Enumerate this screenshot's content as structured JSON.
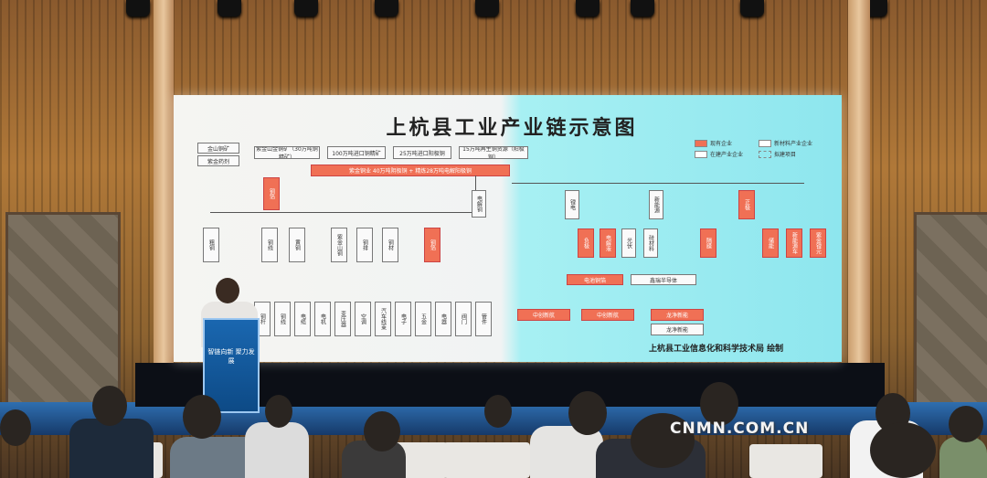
{
  "slide": {
    "title": "上杭县工业产业链示意图",
    "credit": "上杭县工业信息化和科学技术局 绘制",
    "top_left_nodes": [
      "金山铜矿",
      "紫金药剂"
    ],
    "top_row_nodes": [
      "紫金山金铜矿（30万吨铜精矿）",
      "100万吨进口铜精矿",
      "25万吨进口阳极铜",
      "15万吨再生铜资源（阳极铜）"
    ],
    "main_bar": "紫金铜业 40万吨阴极铜 + 精炼28万吨电解阳极铜",
    "left_nodes": [
      "粗铜",
      "铜线",
      "黄铜",
      "紫金山铜",
      "铜排",
      "铜材",
      "铜箔"
    ],
    "right_nodes": [
      "锂电",
      "新能源",
      "光伏",
      "硅材料"
    ],
    "red_nodes": [
      "铜箔",
      "正极",
      "负极",
      "电解液",
      "隔膜",
      "储能"
    ],
    "lower_red_nodes": [
      "中创新航",
      "中创新航",
      "龙净新能",
      "龙净新能",
      "新能源车",
      "紫金锂元"
    ],
    "mid_labels": [
      "电解铜",
      "电池铜箔",
      "鑫瑞半导体"
    ],
    "bottom_row": [
      "铜杆",
      "铜线",
      "电缆",
      "电机",
      "变压器",
      "空调",
      "汽车线束",
      "电子",
      "五金",
      "电器",
      "阀门",
      "管件"
    ],
    "legend": [
      "现有企业",
      "新材料产业企业",
      "在建产业企业",
      "拟建项目"
    ]
  },
  "podium": {
    "line1": "智链向新 聚力发展",
    "line2": ""
  },
  "watermark": "CNMN.COM.CN"
}
